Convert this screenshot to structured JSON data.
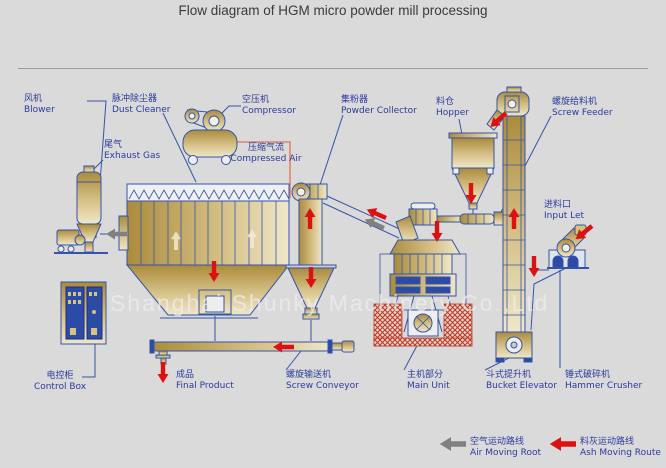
{
  "title": "Flow diagram of HGM micro powder mill processing",
  "watermark": "Shanghai Shunky Machinery Co.,Ltd",
  "labels": {
    "blower": {
      "zh": "风机",
      "en": "Blower"
    },
    "dust_cleaner": {
      "zh": "脉冲除尘器",
      "en": "Dust Cleaner"
    },
    "compressor": {
      "zh": "空压机",
      "en": "Compressor"
    },
    "powder_collector": {
      "zh": "集粉器",
      "en": "Powder Collector"
    },
    "hopper": {
      "zh": "料仓",
      "en": "Hopper"
    },
    "screw_feeder": {
      "zh": "螺旋给料机",
      "en": "Screw Feeder"
    },
    "exhaust_gas": {
      "zh": "尾气",
      "en": "Exhaust Gas"
    },
    "compressed_air": {
      "zh": "压缩气流",
      "en": "Compressed Air"
    },
    "input_let": {
      "zh": "进料口",
      "en": "Input Let"
    },
    "control_box": {
      "zh": "电控柜",
      "en": "Control Box"
    },
    "final_product": {
      "zh": "成品",
      "en": "Final Product"
    },
    "screw_conveyor": {
      "zh": "螺旋输送机",
      "en": "Screw Conveyor"
    },
    "main_unit": {
      "zh": "主机部分",
      "en": "Main Unit"
    },
    "bucket_elevator": {
      "zh": "斗式提升机",
      "en": "Bucket Elevator"
    },
    "hammer_crusher": {
      "zh": "锤式破碎机",
      "en": "Hammer Crusher"
    }
  },
  "legend": {
    "air_route": {
      "zh": "空气运动路线",
      "en": "Air Moving Root"
    },
    "ash_route": {
      "zh": "料灰运动路线",
      "en": "Ash Moving Route"
    }
  },
  "colors": {
    "air_arrow": "#808080",
    "ash_arrow": "#dd1111",
    "machine_outline": "#3454a8",
    "label_text": "#2b3a9e",
    "compressed_air_pipe": "#e4806a"
  }
}
